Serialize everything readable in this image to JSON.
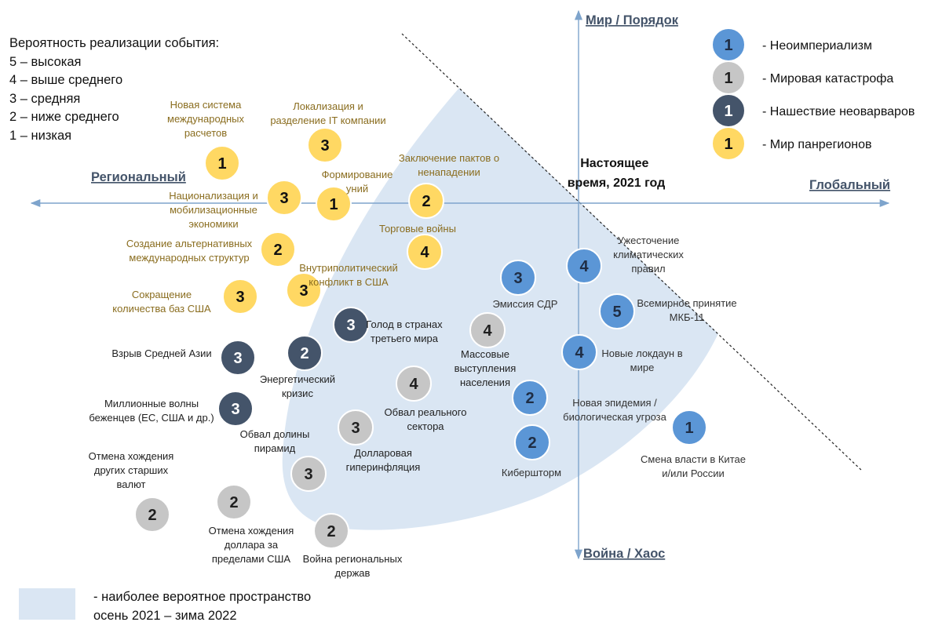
{
  "probability": {
    "title": "Вероятность реализации события:",
    "levels": [
      "5 – высокая",
      "4 – выше среднего",
      "3 – средняя",
      "2 – ниже среднего",
      "1 – низкая"
    ]
  },
  "axes": {
    "top": "Мир / Порядок",
    "bottom": "Война / Хаос",
    "left": "Региональный",
    "right": "Глобальный",
    "now": [
      "Настоящее",
      "время, 2021 год"
    ]
  },
  "colors": {
    "neoimperialism": "#5b96d6",
    "catastrophe": "#c6c6c6",
    "neobarbarians": "#44546a",
    "panregions": "#ffd863",
    "zone": "#dae6f3",
    "axis": "#7ea4cc",
    "olive_text": "#8a6d1f",
    "grey_text": "#333333"
  },
  "scenario_legend": [
    {
      "num": "1",
      "label": "- Неоимпериализм",
      "kind": "neoimperialism"
    },
    {
      "num": "1",
      "label": "- Мировая катастрофа",
      "kind": "catastrophe"
    },
    {
      "num": "1",
      "label": "- Нашествие неоварваров",
      "kind": "neobarbarians"
    },
    {
      "num": "1",
      "label": "- Мир панрегионов",
      "kind": "panregions"
    }
  ],
  "events": [
    {
      "id": "new-intl-settlements",
      "num": "1",
      "kind": "panregions",
      "label": [
        "Новая система",
        "международных",
        "расчетов"
      ]
    },
    {
      "id": "it-localization",
      "num": "3",
      "kind": "panregions",
      "label": [
        "Локализация и",
        "разделение IT компании"
      ]
    },
    {
      "id": "union-formation",
      "num": "1",
      "kind": "panregions",
      "label": [
        "Формирование",
        "уний"
      ]
    },
    {
      "id": "non-aggression-pacts",
      "num": "2",
      "kind": "panregions",
      "label": [
        "Заключение пактов о",
        "ненападении"
      ]
    },
    {
      "id": "nationalization",
      "num": "3",
      "kind": "panregions",
      "label": [
        "Национализация и",
        "мобилизационные",
        "экономики"
      ]
    },
    {
      "id": "alt-intl-structures",
      "num": "2",
      "kind": "panregions",
      "label": [
        "Создание альтернативных",
        "международных структур"
      ]
    },
    {
      "id": "trade-wars",
      "num": "4",
      "kind": "panregions",
      "label": [
        "Торговые войны"
      ]
    },
    {
      "id": "us-internal-conflict",
      "num": "3",
      "kind": "panregions",
      "label": [
        "Внутриполитический",
        "конфликт в США"
      ]
    },
    {
      "id": "us-bases-reduction",
      "num": "3",
      "kind": "panregions",
      "label": [
        "Сокращение",
        "количества баз США"
      ]
    },
    {
      "id": "sdr-emission",
      "num": "3",
      "kind": "neoimperialism",
      "label": [
        "Эмиссия СДР"
      ]
    },
    {
      "id": "climate-rules",
      "num": "4",
      "kind": "neoimperialism",
      "label": [
        "Ужесточение",
        "климатических",
        "правил"
      ]
    },
    {
      "id": "icd-11",
      "num": "5",
      "kind": "neoimperialism",
      "label": [
        "Всемирное принятие",
        "МКБ-11"
      ]
    },
    {
      "id": "new-lockdowns",
      "num": "4",
      "kind": "neoimperialism",
      "label": [
        "Новые локдаун в",
        "мире"
      ]
    },
    {
      "id": "new-epidemic",
      "num": "2",
      "kind": "neoimperialism",
      "label": [
        "Новая эпидемия /",
        "биологическая угроза"
      ]
    },
    {
      "id": "cyberstorm",
      "num": "2",
      "kind": "neoimperialism",
      "label": [
        "Кибершторм"
      ]
    },
    {
      "id": "power-change",
      "num": "1",
      "kind": "neoimperialism",
      "label": [
        "Смена власти в Китае",
        "и/или России"
      ]
    },
    {
      "id": "hunger",
      "num": "3",
      "kind": "neobarbarians",
      "label": [
        "Голод в странах",
        "третьего мира"
      ]
    },
    {
      "id": "central-asia",
      "num": "3",
      "kind": "neobarbarians",
      "label": [
        "Взрыв Средней Азии"
      ]
    },
    {
      "id": "energy-crisis",
      "num": "2",
      "kind": "neobarbarians",
      "label": [
        "Энергетический",
        "кризис"
      ]
    },
    {
      "id": "refugee-waves",
      "num": "3",
      "kind": "neobarbarians",
      "label": [
        "Миллионные волны",
        "беженцев (ЕС, США и др.)"
      ]
    },
    {
      "id": "mass-protests",
      "num": "4",
      "kind": "catastrophe",
      "label": [
        "Массовые",
        "выступления",
        "населения"
      ]
    },
    {
      "id": "real-sector-collapse",
      "num": "4",
      "kind": "catastrophe",
      "label": [
        "Обвал реального",
        "сектора"
      ]
    },
    {
      "id": "dollar-hyperinflation",
      "num": "3",
      "kind": "catastrophe",
      "label": [
        "Долларовая",
        "гиперинфляция"
      ]
    },
    {
      "id": "pyramid-valley",
      "num": "3",
      "kind": "catastrophe",
      "label": [
        "Обвал долины",
        "пирамид"
      ]
    },
    {
      "id": "other-currencies",
      "num": "2",
      "kind": "catastrophe",
      "label": [
        "Отмена хождения",
        "других старших",
        "валют"
      ]
    },
    {
      "id": "dollar-outside-us",
      "num": "2",
      "kind": "catastrophe",
      "label": [
        "Отмена хождения",
        "доллара за",
        "пределами США"
      ]
    },
    {
      "id": "regional-powers-war",
      "num": "2",
      "kind": "catastrophe",
      "label": [
        "Война региональных",
        "держав"
      ]
    }
  ],
  "zone_legend": [
    "- наиболее вероятное пространство",
    "осень 2021 – зима 2022"
  ]
}
